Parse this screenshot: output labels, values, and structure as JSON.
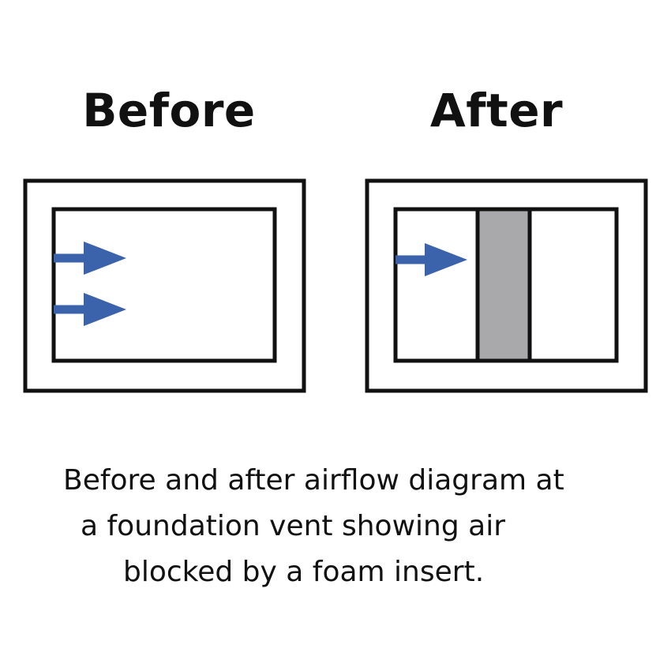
{
  "panels": {
    "before": {
      "title": "Before",
      "arrow_count": 2,
      "foam_insert": false
    },
    "after": {
      "title": "After",
      "arrow_count": 1,
      "foam_insert": true
    }
  },
  "colors": {
    "outline": "#111111",
    "arrow": "#3a63ac",
    "foam": "#a9a9ab",
    "background": "#ffffff"
  },
  "caption": {
    "line1": "Before and after airflow diagram at",
    "line2": "a foundation vent showing air",
    "line3": "blocked by a foam insert."
  }
}
